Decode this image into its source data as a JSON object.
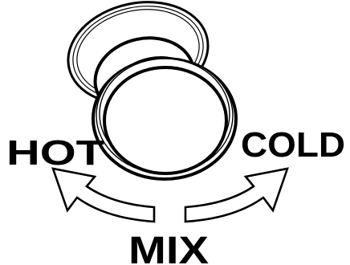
{
  "labels": {
    "hot": "HOT",
    "cold": "COLD",
    "mix": "MIX"
  },
  "icons": {
    "knob": "faucet-knob-icon",
    "left_arrow": "curved-arrow-left-icon",
    "right_arrow": "curved-arrow-right-icon"
  },
  "colors": {
    "stroke": "#000000",
    "fill": "#ffffff"
  }
}
